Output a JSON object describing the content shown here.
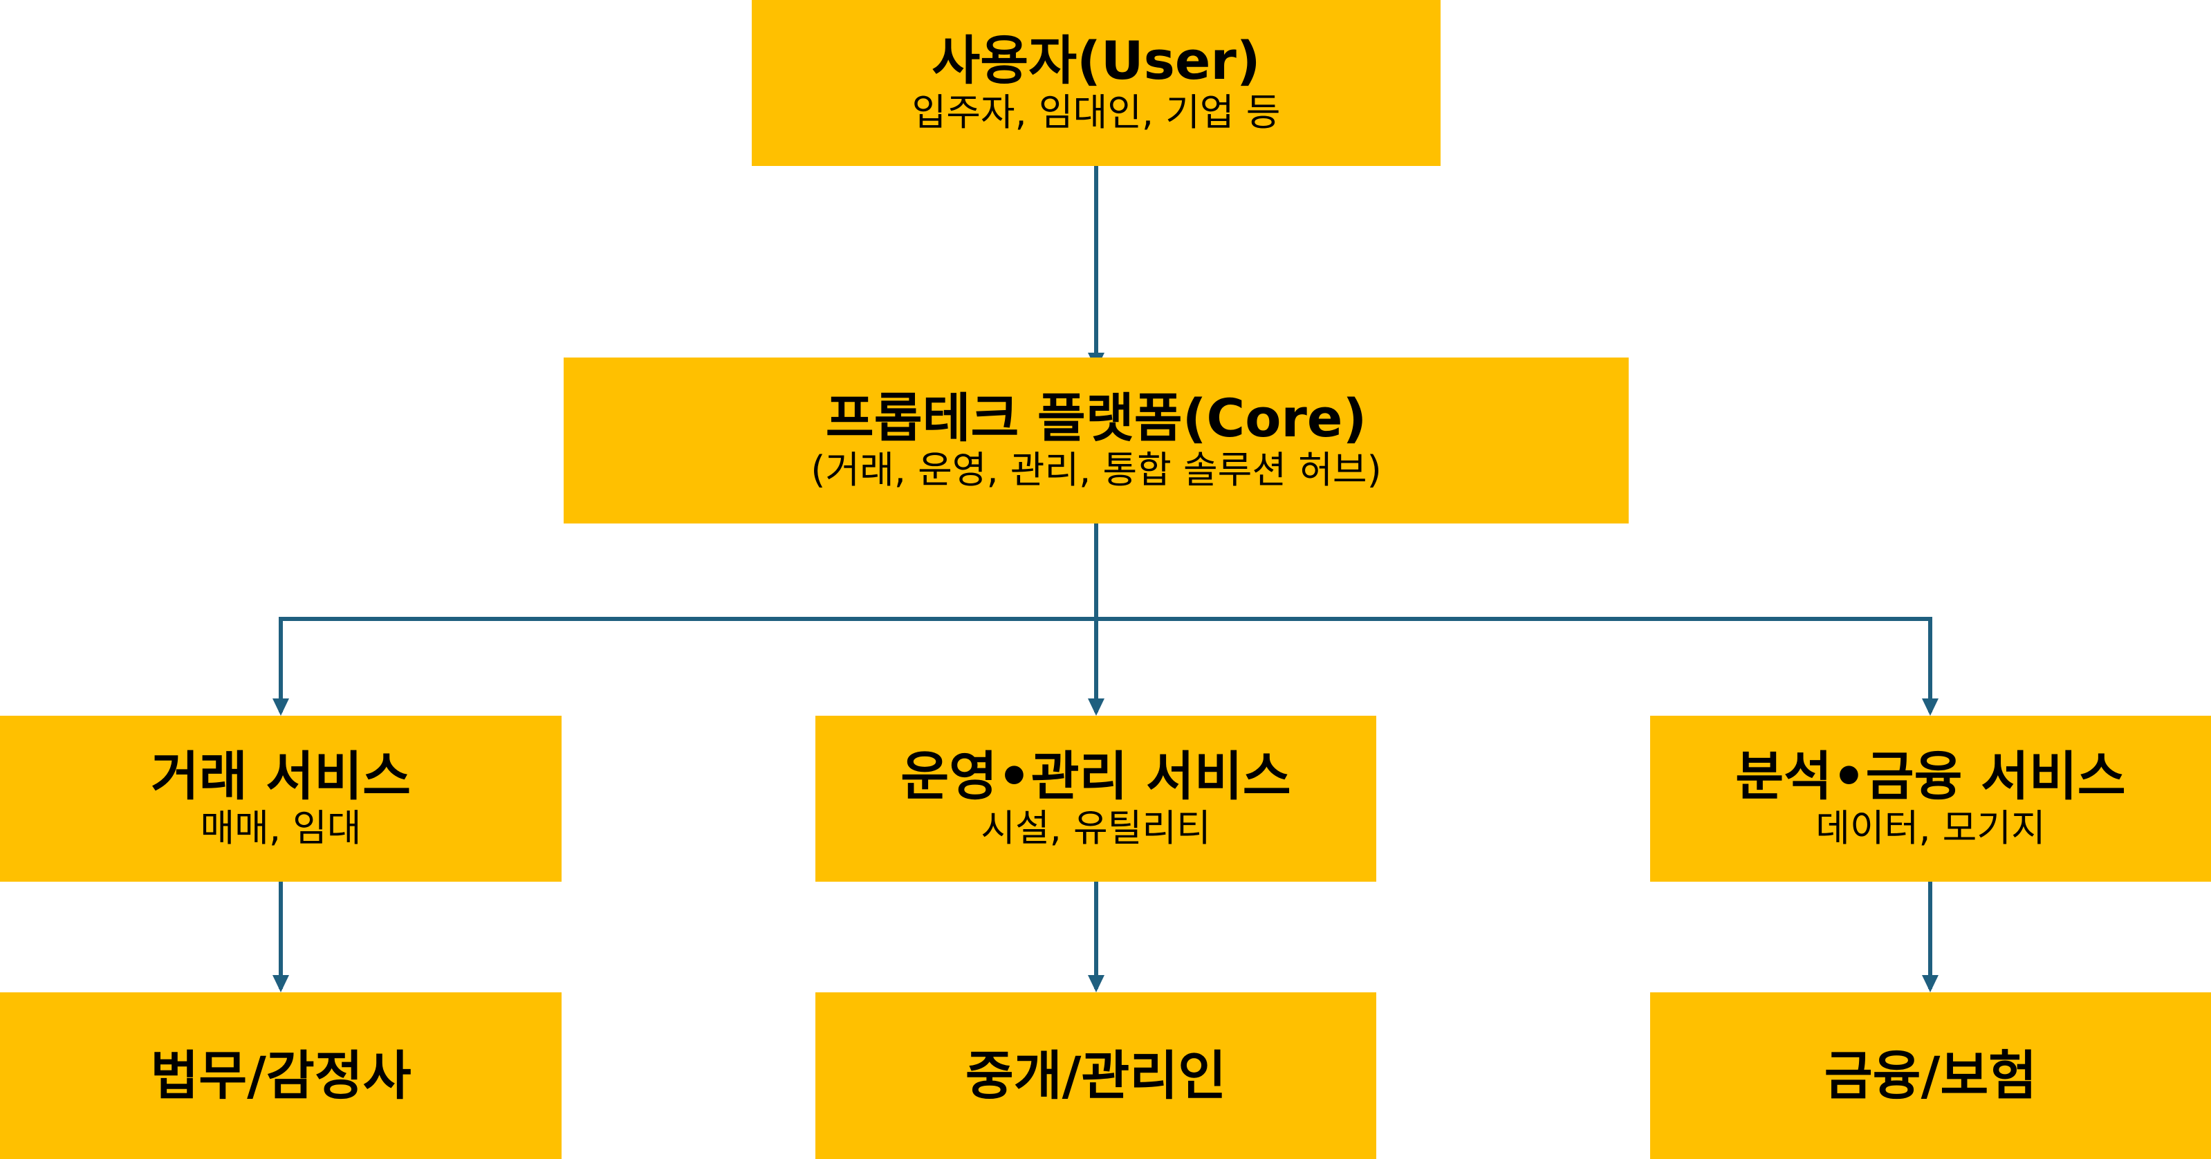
{
  "colors": {
    "box_fill": "#FFC000",
    "connector": "#1F5F7F"
  },
  "user": {
    "title": "사용자(User)",
    "subtitle": "입주자, 임대인, 기업 등"
  },
  "core": {
    "title": "프롭테크 플랫폼(Core)",
    "subtitle": "(거래, 운영, 관리, 통합 솔루션 허브)"
  },
  "services": [
    {
      "title": "거래 서비스",
      "subtitle": "매매, 임대",
      "partner": "법무/감정사"
    },
    {
      "title": "운영•관리 서비스",
      "subtitle": "시설, 유틸리티",
      "partner": "중개/관리인"
    },
    {
      "title": "분석•금융 서비스",
      "subtitle": "데이터, 모기지",
      "partner": "금융/보험"
    }
  ]
}
